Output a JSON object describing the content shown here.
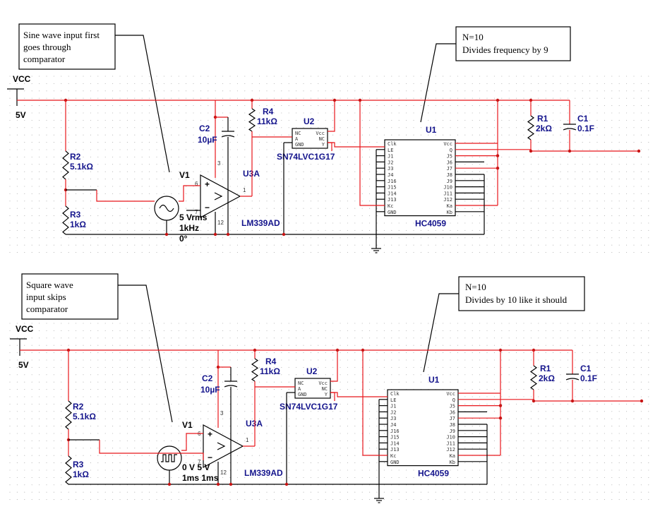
{
  "top": {
    "note": [
      "Sine wave input first",
      "goes through",
      "comparator"
    ],
    "note2": [
      "N=10",
      "Divides frequency by 9"
    ],
    "vcc": "VCC",
    "vcc_value": "5V",
    "r2": {
      "ref": "R2",
      "value": "5.1kΩ"
    },
    "r3": {
      "ref": "R3",
      "value": "1kΩ"
    },
    "r4": {
      "ref": "R4",
      "value": "11kΩ"
    },
    "c2": {
      "ref": "C2",
      "value": "10µF"
    },
    "v1": {
      "ref": "V1",
      "line1": "5 Vrms",
      "line2": "1kHz",
      "line3": "0°"
    },
    "u3": {
      "ref": "U3A",
      "part": "LM339AD"
    },
    "u2": {
      "ref": "U2",
      "part": "SN74LVC1G17"
    },
    "u1": {
      "ref": "U1",
      "part": "HC4059"
    },
    "r1": {
      "ref": "R1",
      "value": "2kΩ"
    },
    "c1": {
      "ref": "C1",
      "value": "0.1F"
    }
  },
  "bottom": {
    "note": [
      "Square wave",
      "input skips",
      "comparator"
    ],
    "note2": [
      "N=10",
      "Divides by 10 like it should"
    ],
    "vcc": "VCC",
    "vcc_value": "5V",
    "r2": {
      "ref": "R2",
      "value": "5.1kΩ"
    },
    "r3": {
      "ref": "R3",
      "value": "1kΩ"
    },
    "r4": {
      "ref": "R4",
      "value": "11kΩ"
    },
    "c2": {
      "ref": "C2",
      "value": "10µF"
    },
    "v1": {
      "ref": "V1",
      "line1": "0 V 5 V",
      "line2": "1ms 1ms"
    },
    "u3": {
      "ref": "U3A",
      "part": "LM339AD"
    },
    "u2": {
      "ref": "U2",
      "part": "SN74LVC1G17"
    },
    "u1": {
      "ref": "U1",
      "part": "HC4059"
    },
    "r1": {
      "ref": "R1",
      "value": "2kΩ"
    },
    "c1": {
      "ref": "C1",
      "value": "0.1F"
    }
  },
  "u2_pins": {
    "left": [
      "NC",
      "A",
      "GND"
    ],
    "right": [
      "Vcc",
      "NC",
      "Y"
    ]
  },
  "u1_pins": {
    "left": [
      "Clk",
      "LE",
      "J1",
      "J2",
      "J3",
      "J4",
      "J16",
      "J15",
      "J14",
      "J13",
      "Kc",
      "GND"
    ],
    "right": [
      "Vcc",
      "Q",
      "J5",
      "J6",
      "J7",
      "J8",
      "J9",
      "J10",
      "J11",
      "J12",
      "Ka",
      "Kb"
    ]
  },
  "opamp_pins": {
    "pos_in": "6",
    "neg_in": "7",
    "vplus": "3",
    "vminus": "12",
    "out": "1"
  }
}
